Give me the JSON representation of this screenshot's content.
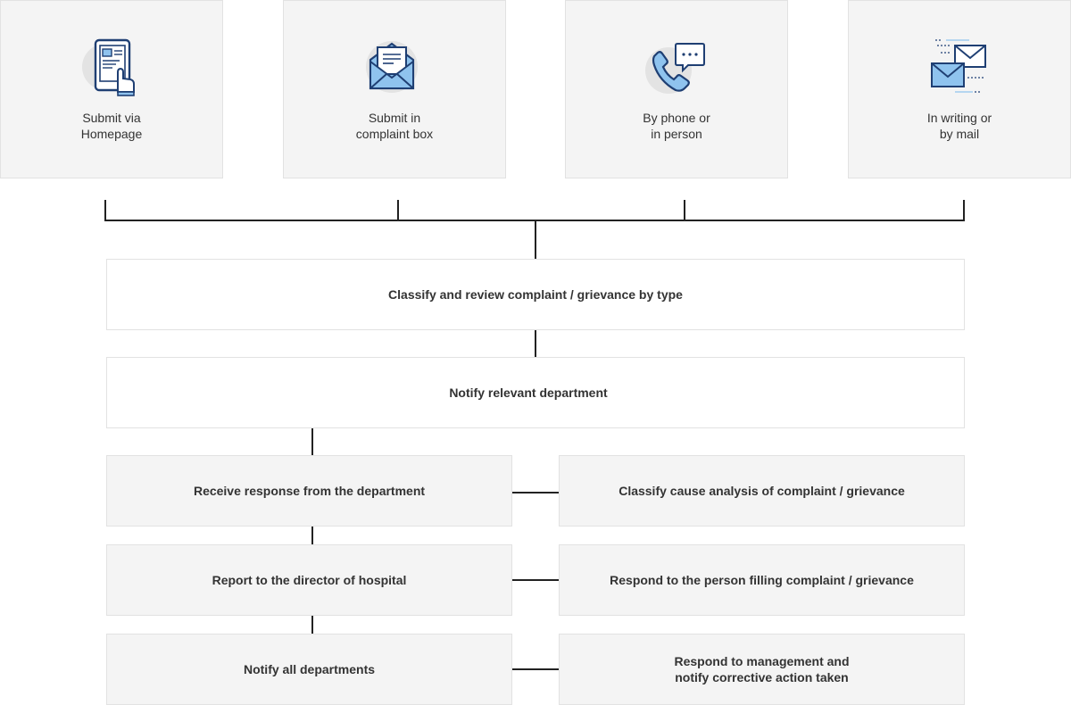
{
  "channels": [
    {
      "icon": "tablet-touch-icon",
      "line1": "Submit via",
      "line2": "Homepage"
    },
    {
      "icon": "envelope-letter-icon",
      "line1": "Submit in",
      "line2": "complaint box"
    },
    {
      "icon": "phone-chat-icon",
      "line1": "By phone or",
      "line2": "in person"
    },
    {
      "icon": "mail-send-icon",
      "line1": "In writing or",
      "line2": "by mail"
    }
  ],
  "steps": {
    "classify_review": "Classify and review complaint / grievance by type",
    "notify_department": "Notify relevant department",
    "left": [
      {
        "line1": "Receive response from the department",
        "line2": ""
      },
      {
        "line1": "Report to the director of hospital",
        "line2": ""
      },
      {
        "line1": "Notify all departments",
        "line2": ""
      }
    ],
    "right": [
      {
        "line1": "Classify cause analysis of complaint / grievance",
        "line2": ""
      },
      {
        "line1": "Respond to the person filling complaint / grievance",
        "line2": ""
      },
      {
        "line1": "Respond to management and",
        "line2": "notify corrective action taken"
      }
    ]
  },
  "colors": {
    "icon_stroke": "#1f3f73",
    "icon_fill": "#8fc3ee",
    "icon_shadow": "#e3e3e3",
    "connector": "#222222"
  }
}
